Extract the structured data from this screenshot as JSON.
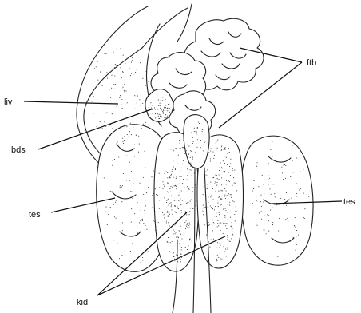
{
  "labels": {
    "liv": "liv",
    "bds": "bds",
    "tes_left": "tes",
    "tes_right": "tes",
    "kid": "kid",
    "ftb": "ftb"
  }
}
